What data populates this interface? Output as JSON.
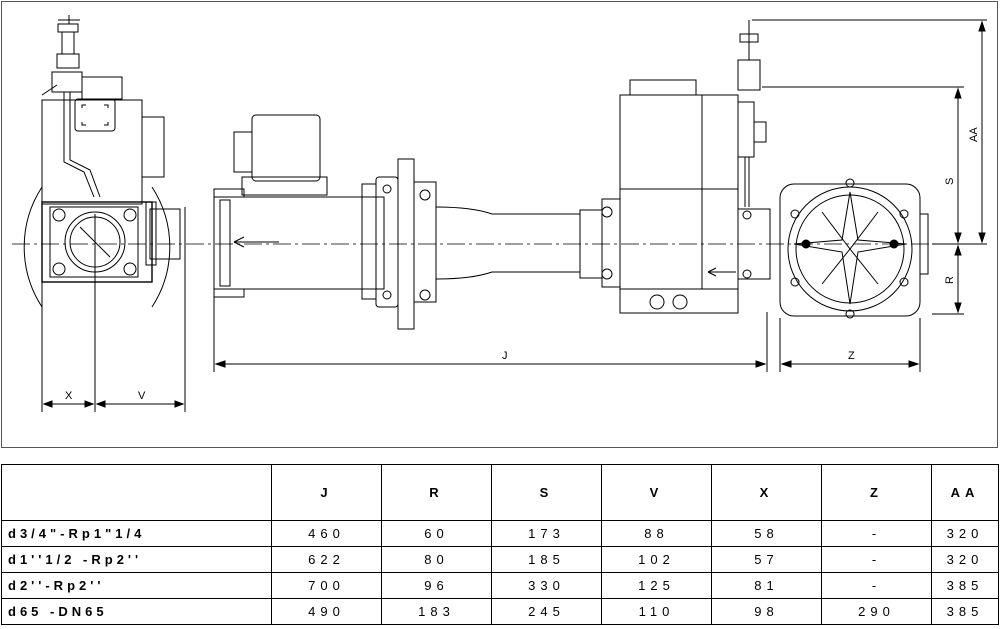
{
  "drawing": {
    "dimension_labels": {
      "j": "J",
      "x": "X",
      "v": "V",
      "z": "Z",
      "s": "S",
      "r": "R",
      "aa": "AA"
    }
  },
  "table": {
    "columns": [
      "",
      "J",
      "R",
      "S",
      "V",
      "X",
      "Z",
      "AA"
    ],
    "rows": [
      {
        "model": "d3/4\"-Rp1\"1/4",
        "values": [
          "460",
          "60",
          "173",
          "88",
          "58",
          "-",
          "320"
        ]
      },
      {
        "model": "d1''1/2 -Rp2''",
        "values": [
          "622",
          "80",
          "185",
          "102",
          "57",
          "-",
          "320"
        ]
      },
      {
        "model": "d2''-Rp2''",
        "values": [
          "700",
          "96",
          "330",
          "125",
          "81",
          "-",
          "385"
        ]
      },
      {
        "model": "d65 -DN65",
        "values": [
          "490",
          "183",
          "245",
          "110",
          "98",
          "290",
          "385"
        ]
      }
    ]
  }
}
